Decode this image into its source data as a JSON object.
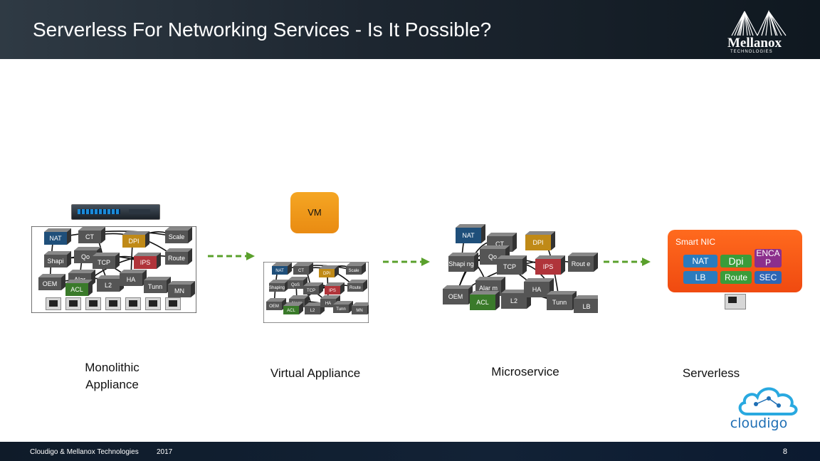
{
  "header": {
    "title": "Serverless For Networking Services - Is It Possible?"
  },
  "logo": {
    "name": "Mellanox",
    "sub": "TECHNOLOGIES"
  },
  "vm": {
    "label": "VM"
  },
  "captions": {
    "monolithic_1": "Monolithic",
    "monolithic_2": "Appliance",
    "virtual": "Virtual Appliance",
    "micro": "Microservice",
    "serverless": "Serverless"
  },
  "monolithic_cubes": [
    "NAT",
    "CT",
    "DPI",
    "Scale",
    "Shapi",
    "Qo",
    "TCP",
    "IPS",
    "Route",
    "OEM",
    "Alar",
    "ACL",
    "L2",
    "HA",
    "Tunn",
    "MN"
  ],
  "virtual_cubes": [
    "NAT",
    "CT",
    "DPI",
    "Scale",
    "Shaping",
    "QoS",
    "TCP",
    "IPS",
    "Route",
    "OEM",
    "Alarm",
    "ACL",
    "L2",
    "HA",
    "Tunn",
    "MN"
  ],
  "micro_cubes": [
    "NAT",
    "CT",
    "DPI",
    "Shapi ng",
    "Qo",
    "TCP",
    "IPS",
    "Rout e",
    "OEM",
    "Alar m",
    "ACL",
    "L2",
    "HA",
    "Tunn",
    "LB"
  ],
  "smart_nic": {
    "title": "Smart NIC",
    "blocks": [
      {
        "label": "NAT",
        "color": "#2b7bbd"
      },
      {
        "label": "Dpi",
        "color": "#3a9c3a"
      },
      {
        "label": "ENCA P",
        "color": "#8c2f8c"
      },
      {
        "label": "LB",
        "color": "#2b7bbd"
      },
      {
        "label": "Route",
        "color": "#3a9c3a"
      },
      {
        "label": "SEC",
        "color": "#2e66b5"
      }
    ]
  },
  "cloudigo": {
    "name": "cloudigo"
  },
  "footer": {
    "left": "Cloudigo & Mellanox Technologies",
    "year": "2017",
    "page": "8"
  },
  "colors": {
    "arrow": "#5aa02c",
    "vm": "#f5a623",
    "smart_nic": "#f04a10",
    "nat_cube": "#1f4f7a",
    "dpi_cube": "#c08a17",
    "ips_cube": "#b0343a",
    "acl_cube": "#3a7a2a",
    "grey_cube": "#555555"
  }
}
